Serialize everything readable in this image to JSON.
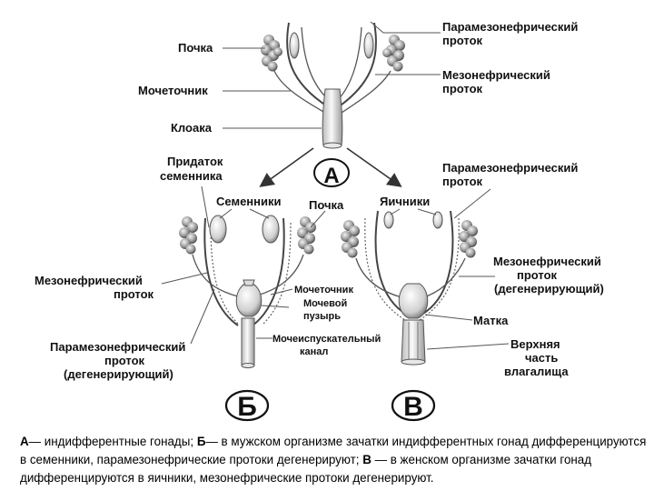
{
  "diagram_a": {
    "letter": "А",
    "labels": {
      "kidney": "Почка",
      "ureter": "Мочеточник",
      "cloaca": "Клоака",
      "paramesonephric_line1": "Парамезонефрический",
      "paramesonephric_line2": "проток",
      "mesonephric_line1": "Мезонефрический",
      "mesonephric_line2": "проток"
    }
  },
  "diagram_b": {
    "letter": "Б",
    "labels": {
      "epididymis_line1": "Придаток",
      "epididymis_line2": "семенника",
      "testes": "Семенники",
      "kidney": "Почка",
      "mesonephric_line1": "Мезонефрический",
      "mesonephric_line2": "проток",
      "ureter": "Мочеточник",
      "bladder_line1": "Мочевой",
      "bladder_line2": "пузырь",
      "urethra_line1": "Мочеиспускательный",
      "urethra_line2": "канал",
      "paramesonephric_line1": "Парамезонефрический",
      "paramesonephric_line2": "проток",
      "paramesonephric_line3": "(дегенерирующий)"
    }
  },
  "diagram_v": {
    "letter": "В",
    "labels": {
      "ovaries": "Яичники",
      "paramesonephric_line1": "Парамезонефрический",
      "paramesonephric_line2": "проток",
      "mesonephric_line1": "Мезонефрический",
      "mesonephric_line2": "проток",
      "mesonephric_line3": "(дегенерирующий)",
      "uterus": "Матка",
      "vagina_line1": "Верхняя",
      "vagina_line2": "часть",
      "vagina_line3": "влагалища"
    }
  },
  "caption": {
    "a_key": "А",
    "a_text": "— индифферентные гонады; ",
    "b_key": "Б",
    "b_text": "— в мужском организме зачатки индифферентных гонад дифференцируются в семенники, парамезонефрические протоки дегенерируют; ",
    "v_key": "В",
    "v_text": " — в женском организме зачатки гонад дифференцируются в яичники, мезонефрические протоки дегенерируют."
  },
  "colors": {
    "background": "#ffffff",
    "ink": "#111111",
    "tissue": "#c8c8c8"
  }
}
